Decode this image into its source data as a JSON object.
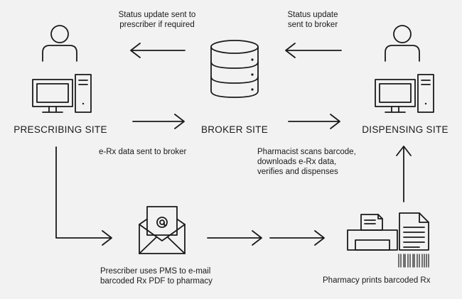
{
  "sites": {
    "prescribing": "PRESCRIBING SITE",
    "broker": "BROKER SITE",
    "dispensing": "DISPENSING SITE"
  },
  "labels": {
    "status_to_prescriber": [
      "Status update sent to",
      "prescriber if required"
    ],
    "status_to_broker": [
      "Status update",
      "sent to broker"
    ],
    "erx_to_broker": "e-Rx data sent to broker",
    "pharmacist_scans": [
      "Pharmacist scans barcode,",
      "downloads e-Rx data,",
      "verifies and dispenses"
    ],
    "prescriber_email": [
      "Prescriber uses PMS to e-mail",
      "barcoded Rx PDF to pharmacy"
    ],
    "pharmacy_prints": "Pharmacy prints barcoded Rx"
  },
  "icons": {
    "prescriber_user": "user-icon",
    "prescriber_computer": "computer-icon",
    "broker_database": "database-icon",
    "dispenser_user": "user-icon",
    "dispenser_computer": "computer-icon",
    "email": "email-envelope-icon",
    "printer": "printer-icon",
    "barcode_document": "barcode-document-icon"
  },
  "colors": {
    "background": "#f2f2f2",
    "stroke": "#1a1a1a"
  }
}
